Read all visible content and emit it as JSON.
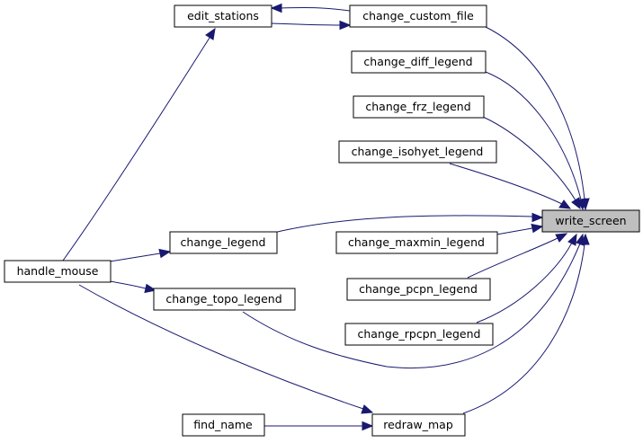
{
  "graph": {
    "edge_color": "#191970",
    "highlight_fill": "#bfbfbf",
    "nodes": {
      "write_screen": "write_screen",
      "edit_stations": "edit_stations",
      "change_custom_file": "change_custom_file",
      "change_diff_legend": "change_diff_legend",
      "change_frz_legend": "change_frz_legend",
      "change_isohyet_legend": "change_isohyet_legend",
      "change_legend": "change_legend",
      "change_maxmin_legend": "change_maxmin_legend",
      "handle_mouse": "handle_mouse",
      "change_topo_legend": "change_topo_legend",
      "change_pcpn_legend": "change_pcpn_legend",
      "change_rpcpn_legend": "change_rpcpn_legend",
      "find_name": "find_name",
      "redraw_map": "redraw_map"
    },
    "edges": [
      [
        "edit_stations",
        "change_custom_file"
      ],
      [
        "change_custom_file",
        "edit_stations"
      ],
      [
        "change_custom_file",
        "write_screen"
      ],
      [
        "change_diff_legend",
        "write_screen"
      ],
      [
        "change_frz_legend",
        "write_screen"
      ],
      [
        "change_isohyet_legend",
        "write_screen"
      ],
      [
        "change_legend",
        "write_screen"
      ],
      [
        "change_maxmin_legend",
        "write_screen"
      ],
      [
        "change_pcpn_legend",
        "write_screen"
      ],
      [
        "change_rpcpn_legend",
        "write_screen"
      ],
      [
        "change_topo_legend",
        "write_screen"
      ],
      [
        "redraw_map",
        "write_screen"
      ],
      [
        "handle_mouse",
        "edit_stations"
      ],
      [
        "handle_mouse",
        "change_legend"
      ],
      [
        "handle_mouse",
        "change_topo_legend"
      ],
      [
        "handle_mouse",
        "redraw_map"
      ],
      [
        "find_name",
        "redraw_map"
      ]
    ]
  }
}
